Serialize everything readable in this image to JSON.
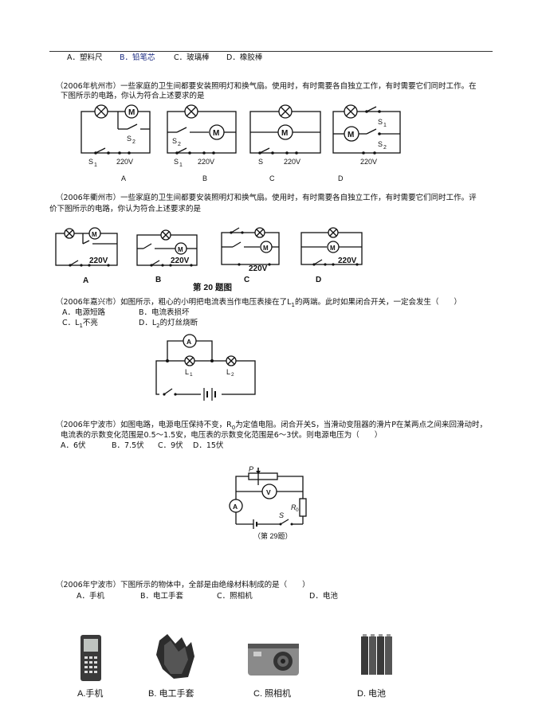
{
  "top_options": {
    "a": "A．塑料尺",
    "b": "B．铅笔芯",
    "c": "C．玻璃棒",
    "d": "D．橡胶棒"
  },
  "q1": {
    "line1": "（2006年杭州市）一些家庭的卫生间都要安装照明灯和换气扇。使用时，有时需要各自独立工作，有时需要它们同时工作。在",
    "line2": "下图所示的电路，你认为符合上述要求的是",
    "circuits": [
      {
        "letter": "A",
        "s1": "S",
        "s1sub": "1",
        "s2": "S",
        "s2sub": "2",
        "v": "220V"
      },
      {
        "letter": "B",
        "s1": "S",
        "s1sub": "1",
        "s2": "S",
        "s2sub": "2",
        "v": "220V"
      },
      {
        "letter": "C",
        "s1": "S",
        "v": "220V"
      },
      {
        "letter": "D",
        "s1": "S",
        "s1sub": "1",
        "s2": "S",
        "s2sub": "2",
        "v": "220V"
      }
    ],
    "motor": "M"
  },
  "q2": {
    "line1": "（2006年衢州市）一些家庭的卫生间都要安装照明灯和换气扇。使用时，有时需要各自独立工作，有时需要它们同时工作。评",
    "line2": "价下图所示的电路，你认为符合上述要求的是",
    "letters": [
      "A",
      "B",
      "C",
      "D"
    ],
    "v": "220V",
    "caption": "第 20 题图",
    "motor": "M"
  },
  "q3": {
    "line1": "（2006年嘉兴市）如图所示，粗心的小明把电流表当作电压表接在了L",
    "line1sub": "1",
    "line1rest": "的两端。此时如果闭合开关，一定会发生（　　）",
    "opt_a": "A．电源短路",
    "opt_b": "B．电流表损坏",
    "opt_c": "C．L",
    "opt_c_sub": "1",
    "opt_c_rest": "不亮",
    "opt_d": "D．L",
    "opt_d_sub": "2",
    "opt_d_rest": "的灯丝烧断",
    "ammeter": "A",
    "l1": "L",
    "l1sub": "1",
    "l2": "L",
    "l2sub": "2"
  },
  "q4": {
    "line1": "（2006年宁波市）如图电路，电源电压保持不变，R",
    "line1sub": "0",
    "line1rest": "为定值电阻。闭合开关S，当滑动变阻器的滑片P在某两点之间来回滑动时，",
    "line2": "电流表的示数变化范围是0.5～1.5安，电压表的示数变化范围是6～3伏。则电源电压为（　　）",
    "opts": [
      "A．6伏",
      "B．7.5伏",
      "C．9伏",
      "D．15伏"
    ],
    "p": "P",
    "v": "V",
    "a": "A",
    "r0": "R",
    "r0sub": "0",
    "s": "S",
    "caption": "（第 29题）"
  },
  "q5": {
    "line1": "（2006年宁波市）下图所示的物体中，全部是由绝缘材料制成的是（　　）",
    "opts": [
      "A．手机",
      "B．电工手套",
      "C．照相机",
      "D．电池"
    ],
    "img_caps": [
      "A.手机",
      "B. 电工手套",
      "C. 照相机",
      "D. 电池"
    ]
  }
}
